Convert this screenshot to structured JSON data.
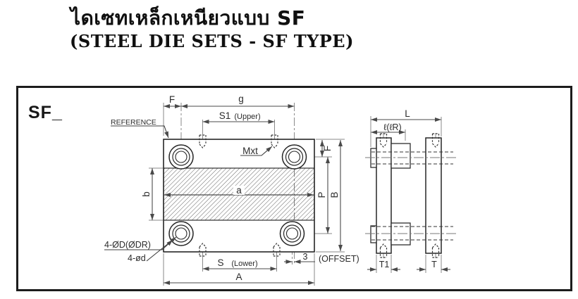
{
  "title": {
    "line1_thai": "ไดเซทเหล็กเหนียวแบบ SF",
    "line2_english": "(STEEL DIE SETS - SF TYPE)"
  },
  "diagram": {
    "model_label": "SF_",
    "reference_label": "REFERENCE",
    "plan": {
      "dim_f_top": "F",
      "dim_g": "g",
      "dim_s1": "S1",
      "dim_s1_note": "(Upper)",
      "label_mxt": "Mxt",
      "dim_f_right": "F",
      "dim_b_small": "b",
      "dim_a_small": "a",
      "dim_p": "P",
      "dim_b_cap": "B",
      "label_holes_large": "4-ØD(ØDR)",
      "label_holes_small": "4-ød",
      "dim_s": "S",
      "dim_s_note": "(Lower)",
      "dim_offset_value": "3",
      "dim_offset_label": "(OFFSET)",
      "dim_a_cap": "A"
    },
    "side": {
      "dim_l": "L",
      "dim_lr": "ℓ(ℓR)",
      "dim_t1": "T1",
      "dim_t": "T"
    }
  },
  "colors": {
    "object_line": "#262626",
    "dim_line": "#4a4a4a",
    "center_line": "#7a7a7a",
    "frame_border": "#1c1c1c",
    "text": "#2b2b2b",
    "background": "#ffffff"
  }
}
